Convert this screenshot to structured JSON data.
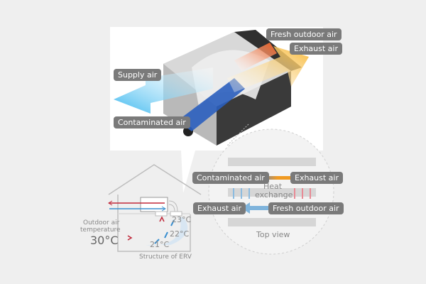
{
  "unit_labels": {
    "fresh_outdoor_air": "Fresh outdoor air",
    "exhaust_air": "Exhaust air",
    "supply_air": "Supply air",
    "contaminated_air": "Contaminated air"
  },
  "top_view": {
    "contaminated_air": "Contaminated air",
    "exhaust_air_right": "Exhaust air",
    "heat_exchange_line1": "Heat",
    "heat_exchange_line2": "exchange",
    "exhaust_air_left": "Exhaust air",
    "fresh_outdoor_air": "Fresh outdoor air",
    "caption": "Top view"
  },
  "house": {
    "outdoor_label_line1": "Outdoor air",
    "outdoor_label_line2": "temperature",
    "outdoor_temp": "30°C",
    "temp_1": "23°C",
    "temp_2": "22°C",
    "temp_3": "21°C",
    "caption": "Structure of ERV"
  },
  "colors": {
    "warm": "#c0283a",
    "cool": "#3a8fd0",
    "orange": "#f39a2a",
    "label_bg": "#7a7a7a"
  }
}
